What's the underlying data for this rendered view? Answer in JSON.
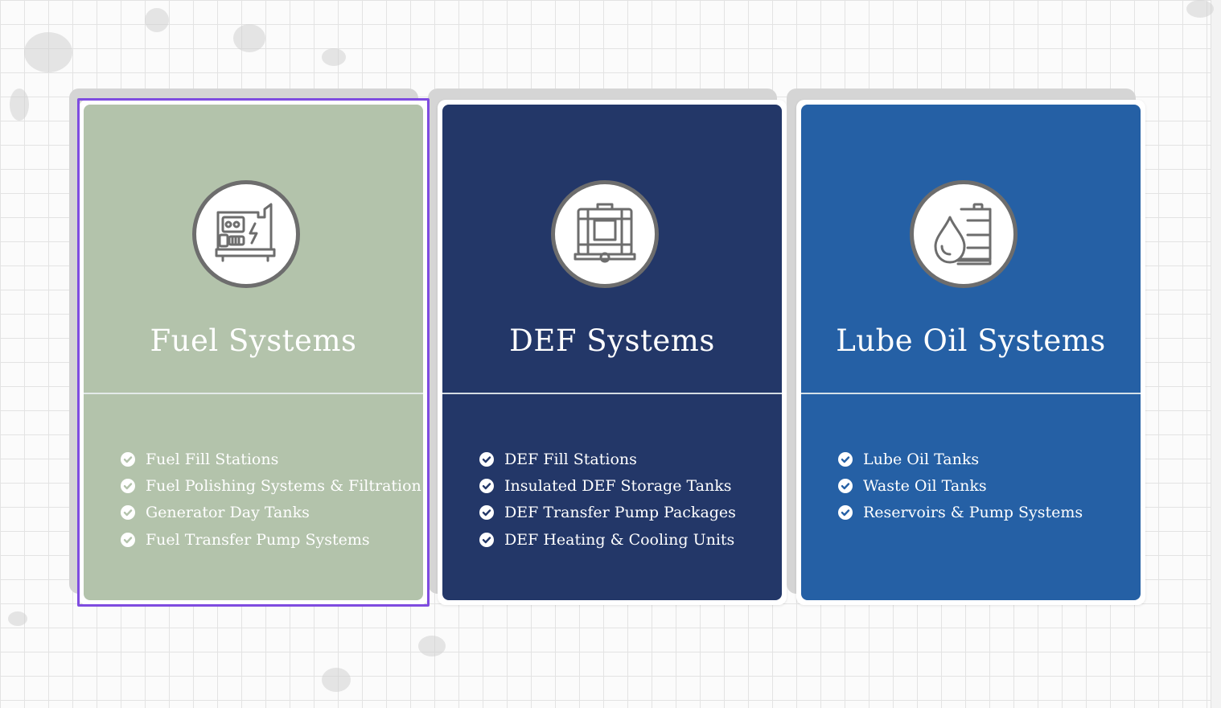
{
  "colors": {
    "fuel_card": "#b3c3ab",
    "def_card": "#233768",
    "lube_card": "#2560a5",
    "selection_outline": "#7f4ce0",
    "icon_ring": "#6d6d6d"
  },
  "cards": [
    {
      "title": "Fuel Systems",
      "icon": "generator-icon",
      "selected": true,
      "items": [
        "Fuel Fill Stations",
        "Fuel Polishing Systems & Filtration",
        "Generator Day Tanks",
        "Fuel Transfer Pump Systems"
      ]
    },
    {
      "title": "DEF Systems",
      "icon": "tote-tank-icon",
      "selected": false,
      "items": [
        "DEF Fill Stations",
        "Insulated DEF Storage Tanks",
        "DEF Transfer Pump Packages",
        "DEF Heating & Cooling Units"
      ]
    },
    {
      "title": "Lube Oil Systems",
      "icon": "oil-barrel-drop-icon",
      "selected": false,
      "items": [
        "Lube Oil Tanks",
        "Waste Oil Tanks",
        "Reservoirs & Pump Systems"
      ]
    }
  ]
}
